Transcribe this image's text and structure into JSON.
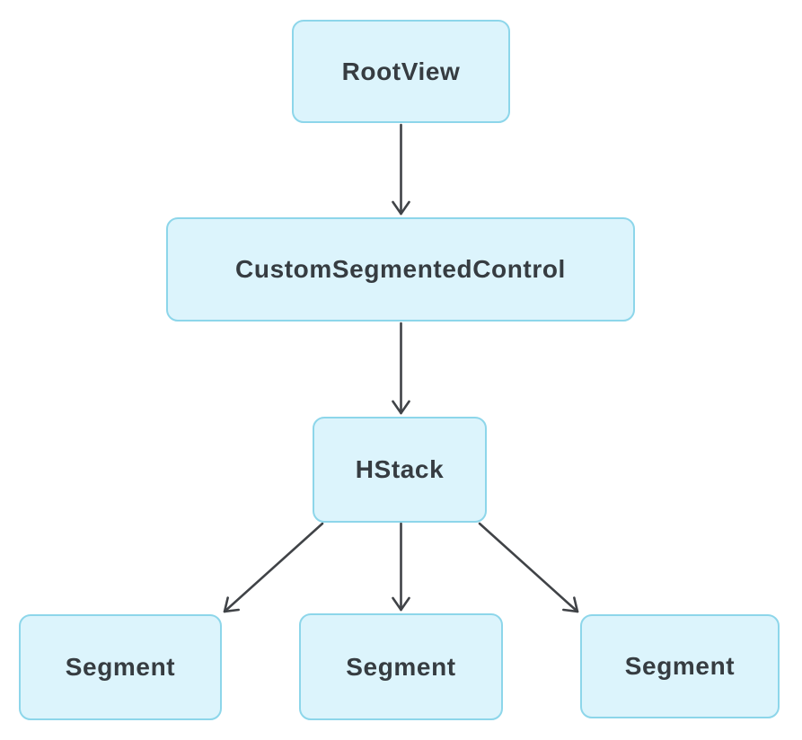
{
  "diagram": {
    "type": "hierarchy-flowchart",
    "colors": {
      "background": "#ffffff",
      "node_fill": "#dcf4fc",
      "node_border": "#8dd6ea",
      "text": "#363c41",
      "arrow": "#404347"
    },
    "nodes": [
      {
        "id": "root-view",
        "label": "RootView"
      },
      {
        "id": "custom-segmented-control",
        "label": "CustomSegmentedControl"
      },
      {
        "id": "hstack",
        "label": "HStack"
      },
      {
        "id": "segment-1",
        "label": "Segment"
      },
      {
        "id": "segment-2",
        "label": "Segment"
      },
      {
        "id": "segment-3",
        "label": "Segment"
      }
    ],
    "edges": [
      {
        "from": "root-view",
        "to": "custom-segmented-control"
      },
      {
        "from": "custom-segmented-control",
        "to": "hstack"
      },
      {
        "from": "hstack",
        "to": "segment-1"
      },
      {
        "from": "hstack",
        "to": "segment-2"
      },
      {
        "from": "hstack",
        "to": "segment-3"
      }
    ]
  }
}
